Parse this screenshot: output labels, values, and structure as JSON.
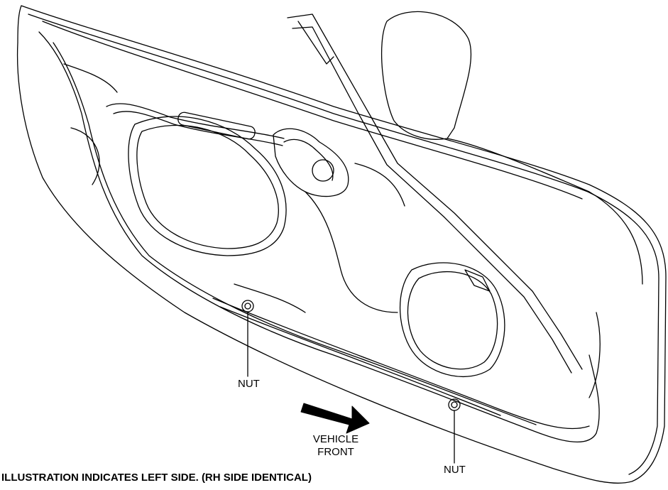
{
  "labels": {
    "nut_left": "NUT",
    "nut_right": "NUT",
    "vehicle_front_line1": "VEHICLE",
    "vehicle_front_line2": "FRONT"
  },
  "caption": "ILLUSTRATION INDICATES LEFT SIDE. (RH SIDE IDENTICAL)",
  "colors": {
    "line": "#000000",
    "background": "#ffffff",
    "arrow": "#000000"
  }
}
